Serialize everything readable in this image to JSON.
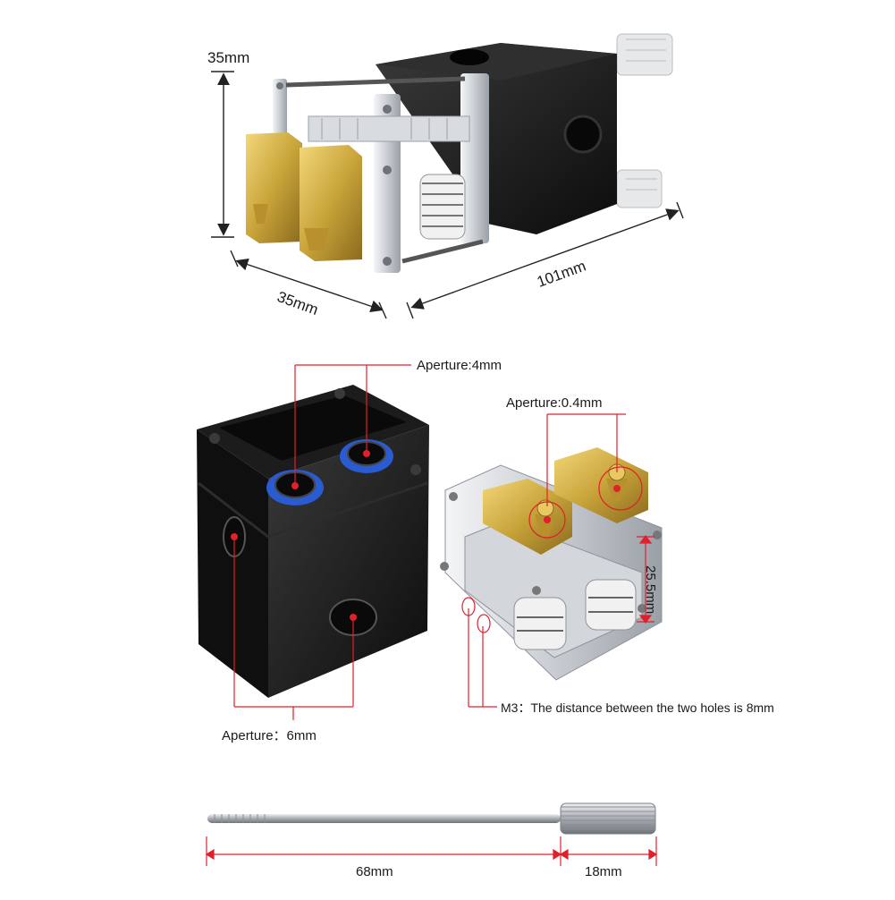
{
  "top_view": {
    "height_label": "35mm",
    "depth_label": "35mm",
    "length_label": "101mm"
  },
  "hub_view": {
    "input_aperture_label": "Aperture:4mm",
    "output_aperture_label": "Aperture：6mm"
  },
  "nozzle_view": {
    "nozzle_aperture_label": "Aperture:0.4mm",
    "height_label": "25.5mm",
    "mount_note": "M3：The distance between the two holes is 8mm"
  },
  "rod_view": {
    "shaft_label": "68mm",
    "knob_label": "18mm"
  },
  "colors": {
    "brass": "#c9a43a",
    "black_body": "#141414",
    "aluminium": "#c9cdd2",
    "callout_red": "#e0202a",
    "coupler_blue": "#2a5bd0"
  }
}
